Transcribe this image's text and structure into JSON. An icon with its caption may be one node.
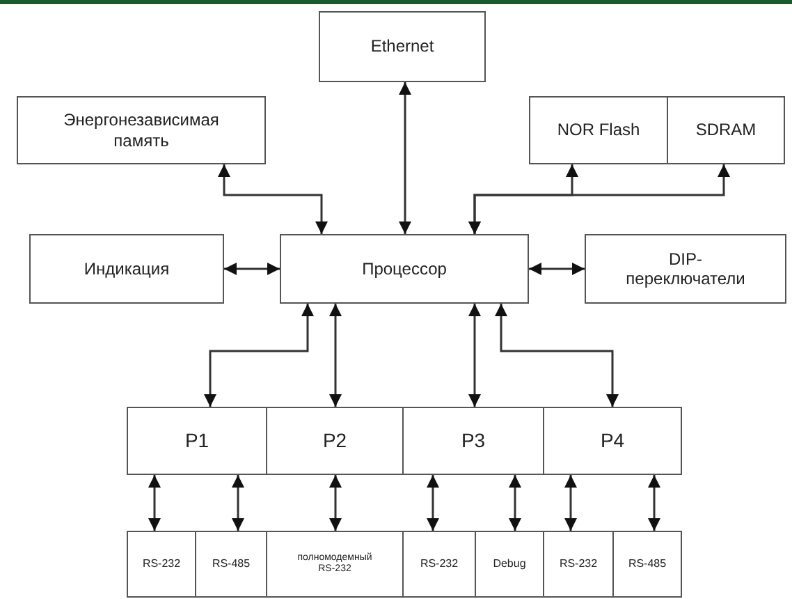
{
  "diagram": {
    "nodes": [
      {
        "text": [
          "Ethernet"
        ]
      },
      {
        "text": [
          "Энергонезависимая память"
        ]
      },
      {
        "text": [
          "NOR Flash"
        ]
      },
      {
        "text": [
          "SDRAM"
        ]
      },
      {
        "text": [
          "Индикация"
        ]
      },
      {
        "text": [
          "Процессор"
        ]
      },
      {
        "text": [
          "DIP-переключатели"
        ]
      },
      {
        "text": [
          "P1"
        ]
      },
      {
        "text": [
          "P2"
        ]
      },
      {
        "text": [
          "P3"
        ]
      },
      {
        "text": [
          "P4"
        ]
      },
      {
        "text": [
          "RS-232"
        ]
      },
      {
        "text": [
          "RS-485"
        ]
      },
      {
        "text": [
          "полномодемный RS-232"
        ]
      },
      {
        "text": [
          "RS-232"
        ]
      },
      {
        "text": [
          "Debug"
        ]
      },
      {
        "text": [
          "RS-232"
        ]
      },
      {
        "text": [
          "RS-485"
        ]
      }
    ],
    "edges": [
      {
        "from": 5,
        "to": 0,
        "arrow": "both"
      },
      {
        "from": 5,
        "to": 1,
        "arrow": "both"
      },
      {
        "from": 5,
        "to": 2,
        "arrow": "both"
      },
      {
        "from": 5,
        "to": 3,
        "arrow": "both"
      },
      {
        "from": 5,
        "to": 4,
        "arrow": "both"
      },
      {
        "from": 5,
        "to": 6,
        "arrow": "both"
      },
      {
        "from": 5,
        "to": 7,
        "arrow": "both"
      },
      {
        "from": 5,
        "to": 8,
        "arrow": "both"
      },
      {
        "from": 5,
        "to": 9,
        "arrow": "both"
      },
      {
        "from": 5,
        "to": 10,
        "arrow": "both"
      },
      {
        "from": 7,
        "to": 11,
        "arrow": "both"
      },
      {
        "from": 7,
        "to": 12,
        "arrow": "both"
      },
      {
        "from": 8,
        "to": 13,
        "arrow": "both"
      },
      {
        "from": 9,
        "to": 14,
        "arrow": "both"
      },
      {
        "from": 9,
        "to": 15,
        "arrow": "both"
      },
      {
        "from": 10,
        "to": 16,
        "arrow": "both"
      },
      {
        "from": 10,
        "to": 17,
        "arrow": "both"
      }
    ]
  }
}
